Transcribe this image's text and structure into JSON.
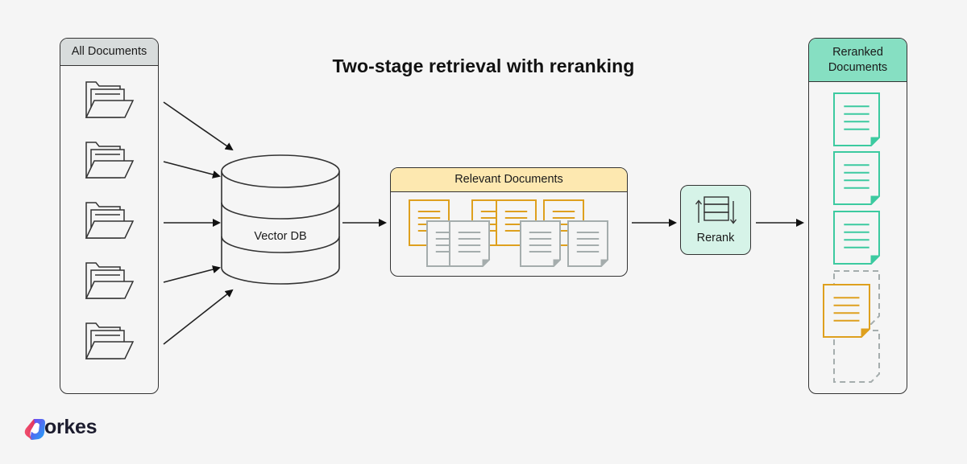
{
  "title": "Two-stage retrieval with reranking",
  "panels": {
    "all_documents": {
      "label": "All Documents",
      "folder_count": 5
    },
    "vector_db": {
      "label": "Vector DB"
    },
    "relevant_documents": {
      "label": "Relevant Documents",
      "highlighted_docs": 4,
      "other_docs": 4
    },
    "rerank": {
      "label": "Rerank"
    },
    "reranked_documents": {
      "label_line1": "Reranked",
      "label_line2": "Documents",
      "top_docs": 3,
      "promoted_docs": 1,
      "empty_slots": 2
    }
  },
  "colors": {
    "background": "#f5f5f5",
    "highlight_doc": "#dea01e",
    "other_doc": "#a5adad",
    "reranked_doc": "#3ccaa0",
    "relevant_header": "#fde8b0",
    "reranked_header": "#86dfc2",
    "rerank_fill": "#d6f3e8",
    "all_docs_header": "#d8dcdc"
  },
  "brand": {
    "name": "orkes"
  }
}
